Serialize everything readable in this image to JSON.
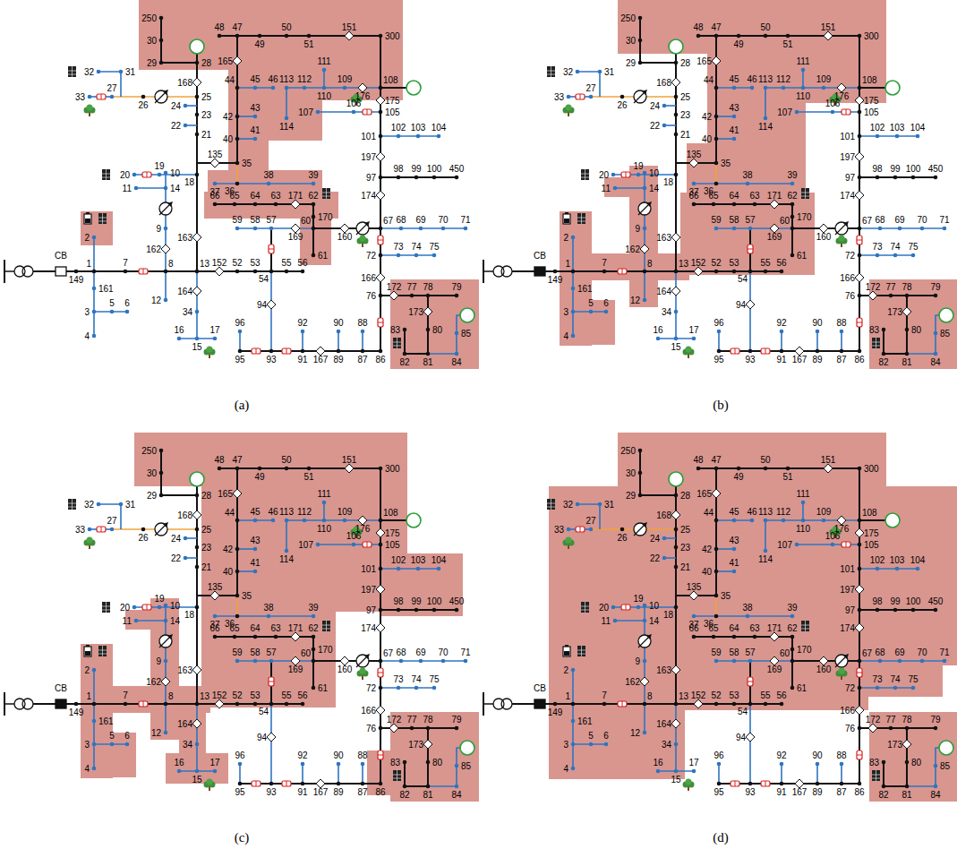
{
  "diagram": {
    "labels": [
      "149",
      "1",
      "7",
      "8",
      "13",
      "152",
      "52",
      "53",
      "54",
      "55",
      "56",
      "2",
      "161",
      "3",
      "4",
      "5",
      "6",
      "162",
      "9",
      "14",
      "10",
      "11",
      "12",
      "163",
      "164",
      "34",
      "15",
      "16",
      "17",
      "18",
      "19",
      "20",
      "135",
      "35",
      "36",
      "37",
      "38",
      "39",
      "21",
      "22",
      "23",
      "24",
      "25",
      "26",
      "27",
      "33",
      "31",
      "32",
      "168",
      "28",
      "29",
      "30",
      "250",
      "48",
      "47",
      "49",
      "50",
      "51",
      "151",
      "300",
      "165",
      "44",
      "45",
      "46",
      "42",
      "43",
      "40",
      "41",
      "113",
      "112",
      "111",
      "110",
      "109",
      "176",
      "108",
      "114",
      "175",
      "106",
      "107",
      "105",
      "101",
      "102",
      "103",
      "104",
      "197",
      "97",
      "98",
      "99",
      "100",
      "450",
      "174",
      "66",
      "65",
      "64",
      "63",
      "171",
      "62",
      "170",
      "60",
      "61",
      "169",
      "59",
      "58",
      "57",
      "160",
      "67",
      "68",
      "69",
      "70",
      "71",
      "72",
      "73",
      "74",
      "75",
      "166",
      "76",
      "172",
      "77",
      "78",
      "79",
      "173",
      "80",
      "81",
      "82",
      "83",
      "84",
      "85",
      "86",
      "87",
      "88",
      "89",
      "90",
      "167",
      "91",
      "92",
      "93",
      "94",
      "95",
      "96",
      "CB",
      "(a)",
      "149",
      "1",
      "7",
      "8",
      "13",
      "152",
      "52",
      "53",
      "54",
      "55",
      "56",
      "2",
      "161",
      "3",
      "4",
      "5",
      "6",
      "162",
      "9",
      "14",
      "10",
      "11",
      "12",
      "163",
      "164",
      "34",
      "15",
      "16",
      "17",
      "18",
      "19",
      "20",
      "135",
      "35",
      "36",
      "37",
      "38",
      "39",
      "21",
      "22",
      "23",
      "24",
      "25",
      "26",
      "27",
      "33",
      "31",
      "32",
      "168",
      "28",
      "29",
      "30",
      "250",
      "48",
      "47",
      "49",
      "50",
      "51",
      "151",
      "300",
      "165",
      "44",
      "45",
      "46",
      "42",
      "43",
      "40",
      "41",
      "113",
      "112",
      "111",
      "110",
      "109",
      "176",
      "108",
      "114",
      "175",
      "106",
      "107",
      "105",
      "101",
      "102",
      "103",
      "104",
      "197",
      "97",
      "98",
      "99",
      "100",
      "450",
      "174",
      "66",
      "65",
      "64",
      "63",
      "171",
      "62",
      "170",
      "60",
      "61",
      "169",
      "59",
      "58",
      "57",
      "160",
      "67",
      "68",
      "69",
      "70",
      "71",
      "72",
      "73",
      "74",
      "75",
      "166",
      "76",
      "172",
      "77",
      "78",
      "79",
      "173",
      "80",
      "81",
      "82",
      "83",
      "84",
      "85",
      "86",
      "87",
      "88",
      "89",
      "90",
      "167",
      "91",
      "92",
      "93",
      "94",
      "95",
      "96",
      "CB",
      "(b)",
      "149",
      "1",
      "7",
      "8",
      "13",
      "152",
      "52",
      "53",
      "54",
      "55",
      "56",
      "2",
      "161",
      "3",
      "4",
      "5",
      "6",
      "162",
      "9",
      "14",
      "10",
      "11",
      "12",
      "163",
      "164",
      "34",
      "15",
      "16",
      "17",
      "18",
      "19",
      "20",
      "135",
      "35",
      "36",
      "37",
      "38",
      "39",
      "21",
      "22",
      "23",
      "24",
      "25",
      "26",
      "27",
      "33",
      "31",
      "32",
      "168",
      "28",
      "29",
      "30",
      "250",
      "48",
      "47",
      "49",
      "50",
      "51",
      "151",
      "300",
      "165",
      "44",
      "45",
      "46",
      "42",
      "43",
      "40",
      "41",
      "113",
      "112",
      "111",
      "110",
      "109",
      "176",
      "108",
      "114",
      "175",
      "106",
      "107",
      "105",
      "101",
      "102",
      "103",
      "104",
      "197",
      "97",
      "98",
      "99",
      "100",
      "450",
      "174",
      "66",
      "65",
      "64",
      "63",
      "171",
      "62",
      "170",
      "60",
      "61",
      "169",
      "59",
      "58",
      "57",
      "160",
      "67",
      "68",
      "69",
      "70",
      "71",
      "72",
      "73",
      "74",
      "75",
      "166",
      "76",
      "172",
      "77",
      "78",
      "79",
      "173",
      "80",
      "81",
      "82",
      "83",
      "84",
      "85",
      "86",
      "87",
      "88",
      "89",
      "90",
      "167",
      "91",
      "92",
      "93",
      "94",
      "95",
      "96",
      "CB",
      "(c)",
      "149",
      "1",
      "7",
      "8",
      "13",
      "152",
      "52",
      "53",
      "54",
      "55",
      "56",
      "2",
      "161",
      "3",
      "4",
      "5",
      "6",
      "162",
      "9",
      "14",
      "10",
      "11",
      "12",
      "163",
      "164",
      "34",
      "15",
      "16",
      "17",
      "18",
      "19",
      "20",
      "135",
      "35",
      "36",
      "37",
      "38",
      "39",
      "21",
      "22",
      "23",
      "24",
      "25",
      "26",
      "27",
      "33",
      "31",
      "32",
      "168",
      "28",
      "29",
      "30",
      "250",
      "48",
      "47",
      "49",
      "50",
      "51",
      "151",
      "300",
      "165",
      "44",
      "45",
      "46",
      "42",
      "43",
      "40",
      "41",
      "113",
      "112",
      "111",
      "110",
      "109",
      "176",
      "108",
      "114",
      "175",
      "106",
      "107",
      "105",
      "101",
      "102",
      "103",
      "104",
      "197",
      "97",
      "98",
      "99",
      "100",
      "450",
      "174",
      "66",
      "65",
      "64",
      "63",
      "171",
      "62",
      "170",
      "60",
      "61",
      "169",
      "59",
      "58",
      "57",
      "160",
      "67",
      "68",
      "69",
      "70",
      "71",
      "72",
      "73",
      "74",
      "75",
      "166",
      "76",
      "172",
      "77",
      "78",
      "79",
      "173",
      "80",
      "81",
      "82",
      "83",
      "84",
      "85",
      "86",
      "87",
      "88",
      "89",
      "90",
      "167",
      "91",
      "92",
      "93",
      "94",
      "95",
      "96",
      "CB",
      "(d)"
    ]
  }
}
